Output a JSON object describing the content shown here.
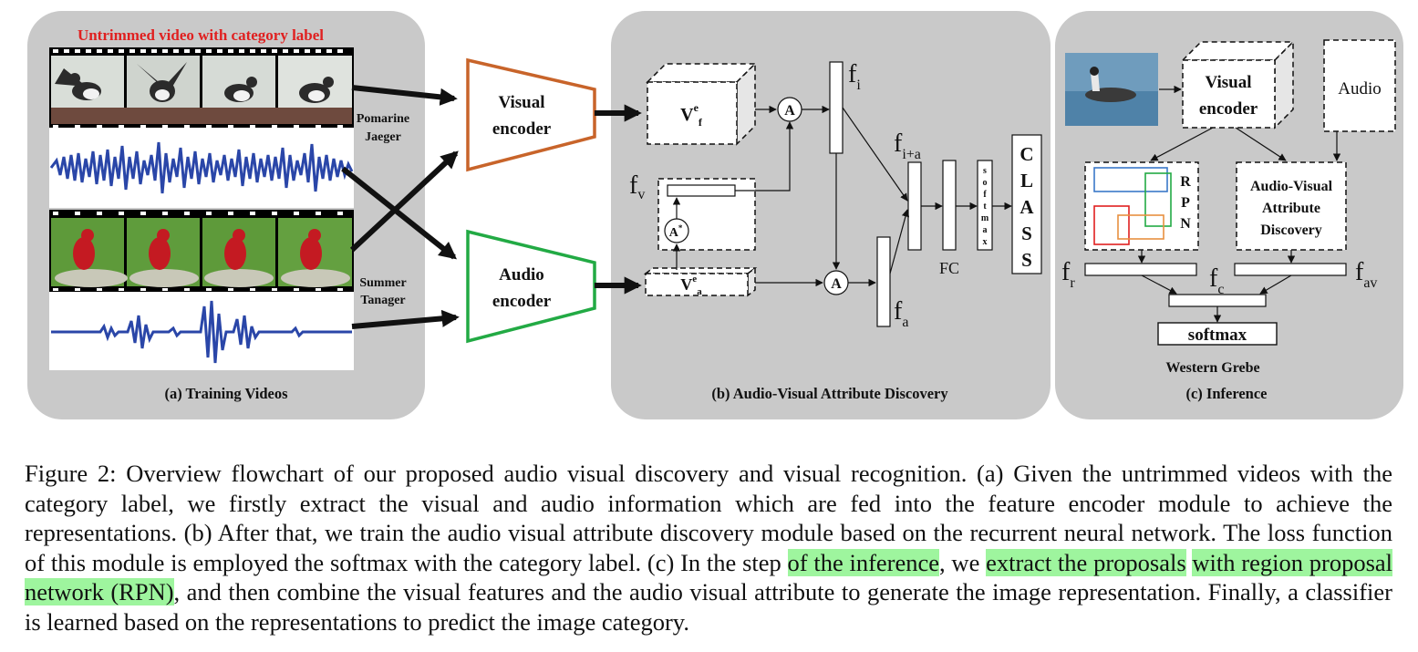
{
  "panel_a": {
    "header": "Untrimmed video with category label",
    "bird1": [
      "Pomarine",
      "Jaeger"
    ],
    "bird2": [
      "Summer",
      "Tanager"
    ],
    "title": "(a) Training Videos"
  },
  "panel_b": {
    "visual_encoder": [
      "Visual",
      "encoder"
    ],
    "audio_encoder": [
      "Audio",
      "encoder"
    ],
    "vf_base": "V",
    "vf_sup": "e",
    "vf_sub": "f",
    "va_base": "V",
    "va_sup": "e",
    "va_sub": "a",
    "attn_op": "A",
    "attn_star_base": "A",
    "attn_star_sup": "*",
    "fv_base": "f",
    "fv_sub": "v",
    "fi_base": "f",
    "fi_sub": "i",
    "fia_base": "f",
    "fia_sub": "i+a",
    "fa_base": "f",
    "fa_sub": "a",
    "fc": "FC",
    "softmax_letters": [
      "s",
      "o",
      "f",
      "t",
      "m",
      "a",
      "x"
    ],
    "class_letters": [
      "C",
      "L",
      "A",
      "S",
      "S"
    ],
    "title": "(b) Audio-Visual Attribute Discovery"
  },
  "panel_c": {
    "visual_encoder": [
      "Visual",
      "encoder"
    ],
    "audio": "Audio",
    "rpn_letters": [
      "R",
      "P",
      "N"
    ],
    "avad": [
      "Audio-Visual",
      "Attribute",
      "Discovery"
    ],
    "fr_base": "f",
    "fr_sub": "r",
    "fav_base": "f",
    "fav_sub": "av",
    "fc_base": "f",
    "fc_sub": "c",
    "softmax": "softmax",
    "result": "Western Grebe",
    "title": "(c)  Inference"
  },
  "caption": {
    "t1": "Figure 2: Overview flowchart of our proposed audio visual discovery and visual recognition. (a) Given the untrimmed videos with the category label, we firstly extract the visual and audio information which are fed into the feature encoder module to achieve the representations. (b) After that, we train the audio visual attribute discovery module based on the recurrent neural network. The loss function of this module is employed the softmax with the category label. (c) In the step ",
    "h1": "of the inference",
    "t2": ", we ",
    "h2": "extract the proposals",
    "t3": " ",
    "h3": "with region proposal network (RPN)",
    "t4": ", and then combine the visual features and the audio visual attribute to generate the image representation. Finally, a classifier is learned based on the representations to predict the image category."
  },
  "colors": {
    "panel_bg": "#c9c9c9",
    "header_red": "#e02020",
    "visual_encoder_border": "#c8642a",
    "audio_encoder_border": "#22aa44",
    "waveform": "#2a46a8",
    "highlight": "#9ef59e"
  }
}
